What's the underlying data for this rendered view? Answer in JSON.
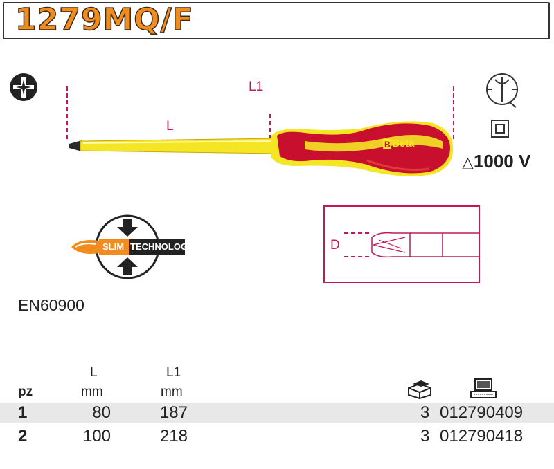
{
  "header": {
    "title": "1279MQ/F"
  },
  "drawing": {
    "label_L": "L",
    "label_L1": "L1",
    "brand": "Beta",
    "detail_label": "D"
  },
  "slim_badge": {
    "part1": "SLIM",
    "part2": "TECHNOLOGY"
  },
  "voltage": {
    "symbol": "△",
    "value": "1000 V"
  },
  "standard": "EN60900",
  "table": {
    "headers": {
      "pz": "pz",
      "L": "L",
      "L_unit": "mm",
      "L1": "L1",
      "L1_unit": "mm"
    },
    "icons": {
      "pack": "pack-icon",
      "computer": "computer-icon"
    },
    "rows": [
      {
        "pz": "1",
        "L": "80",
        "L1": "187",
        "qty": "3",
        "code": "012790409"
      },
      {
        "pz": "2",
        "L": "100",
        "L1": "218",
        "qty": "3",
        "code": "012790418"
      }
    ]
  },
  "colors": {
    "accent": "#f28c1e",
    "dimension": "#c2185b",
    "handle_red": "#c8102e",
    "handle_yellow": "#f5e625"
  }
}
